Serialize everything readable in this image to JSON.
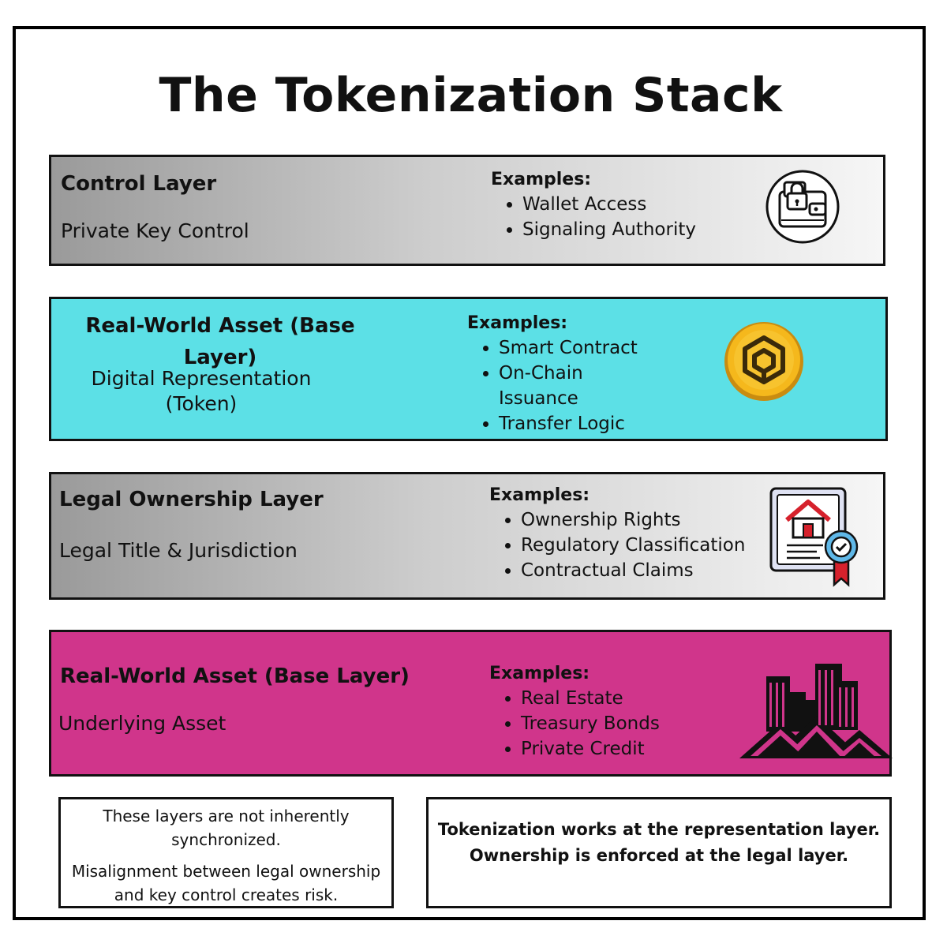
{
  "title": "The Tokenization Stack",
  "examples_heading": "Examples:",
  "layers": [
    {
      "title": "Control Layer",
      "subtitle": "Private Key Control",
      "examples": [
        "Wallet Access",
        "Signaling Authority"
      ],
      "icon": "wallet-lock-icon",
      "color": "#9a9a9a-to-#f6f6f6"
    },
    {
      "title": "Real-World Asset (Base Layer)",
      "subtitle": "Digital Representation (Token)",
      "examples": [
        "Smart Contract",
        "On-Chain Issuance",
        "Transfer Logic"
      ],
      "icon": "bnb-coin-icon",
      "color": "#5ce0e6"
    },
    {
      "title": "Legal Ownership Layer",
      "subtitle": "Legal Title & Jurisdiction",
      "examples": [
        "Ownership Rights",
        "Regulatory Classification",
        "Contractual Claims"
      ],
      "icon": "property-certificate-icon",
      "color": "#9a9a9a-to-#f6f6f6"
    },
    {
      "title": "Real-World Asset (Base Layer)",
      "subtitle": "Underlying Asset",
      "examples": [
        "Real Estate",
        "Treasury Bonds",
        "Private Credit"
      ],
      "icon": "city-buildings-icon",
      "color": "#d0358b"
    }
  ],
  "notes": {
    "left_line1": "These layers are not inherently synchronized.",
    "left_line2": "Misalignment between legal ownership and key control creates risk.",
    "right_line1": "Tokenization works at the representation layer.",
    "right_line2": "Ownership is enforced at the legal layer."
  }
}
